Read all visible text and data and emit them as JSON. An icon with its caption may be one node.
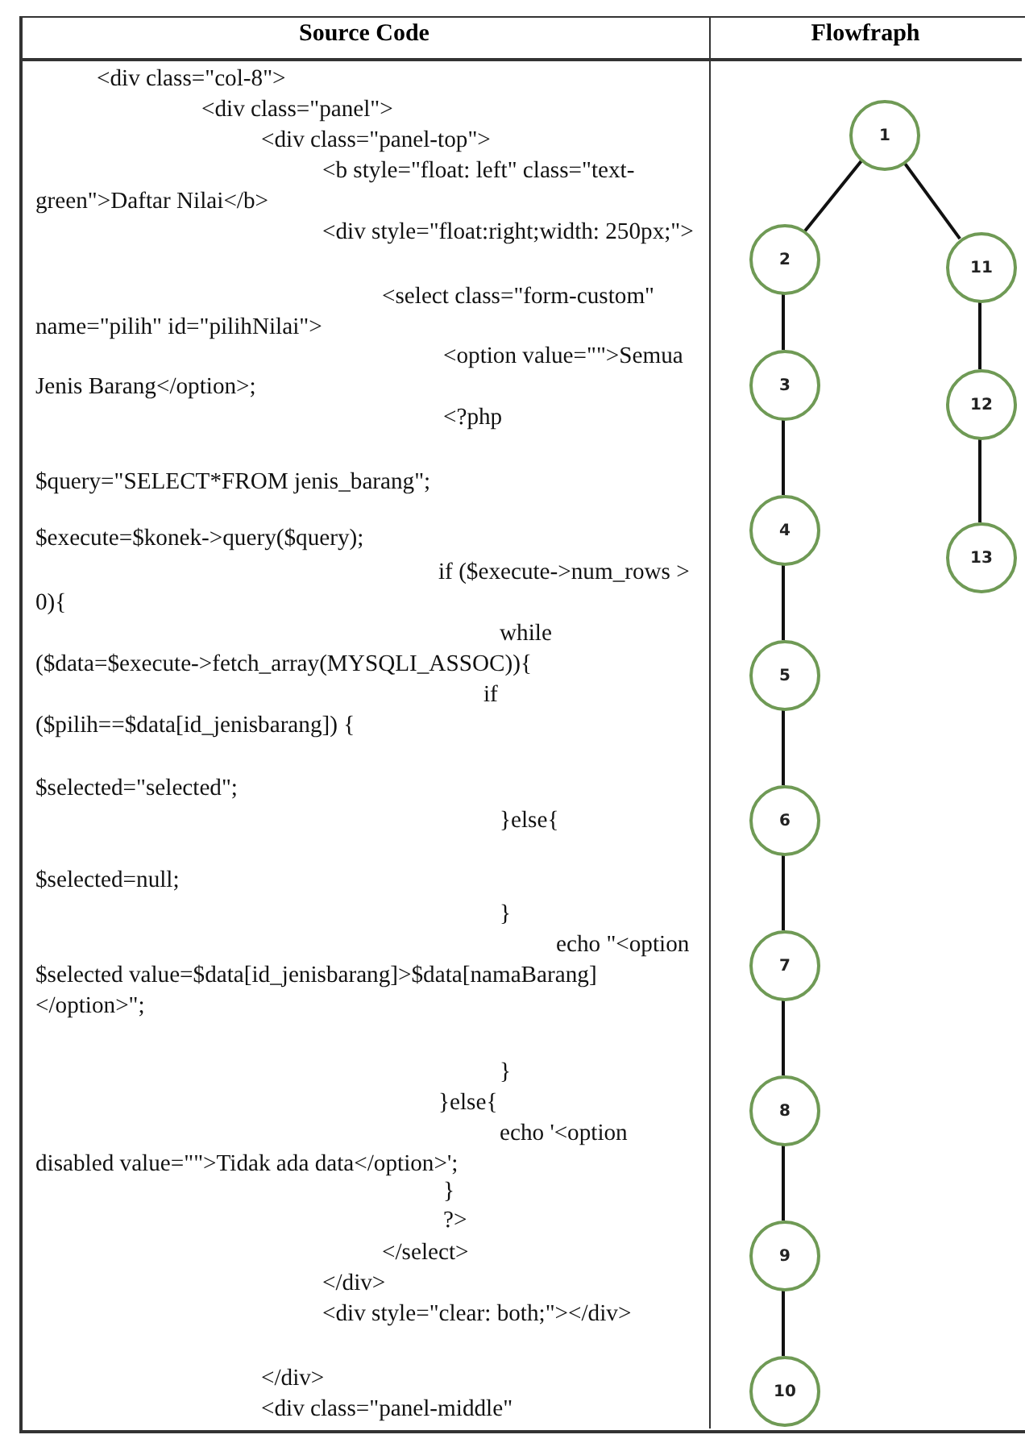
{
  "diagram": {
    "nodes": [
      {
        "text": [
          "1"
        ]
      },
      {
        "text": [
          "2"
        ]
      },
      {
        "text": [
          "3"
        ]
      },
      {
        "text": [
          "4"
        ]
      },
      {
        "text": [
          "5"
        ]
      },
      {
        "text": [
          "6"
        ]
      },
      {
        "text": [
          "7"
        ]
      },
      {
        "text": [
          "8"
        ]
      },
      {
        "text": [
          "9"
        ]
      },
      {
        "text": [
          "10"
        ]
      },
      {
        "text": [
          "11"
        ]
      },
      {
        "text": [
          "12"
        ]
      },
      {
        "text": [
          "13"
        ]
      }
    ],
    "edges": [
      {
        "from": 0,
        "to": 1,
        "arrow": "none"
      },
      {
        "from": 1,
        "to": 2,
        "arrow": "none"
      },
      {
        "from": 2,
        "to": 3,
        "arrow": "none"
      },
      {
        "from": 3,
        "to": 4,
        "arrow": "none"
      },
      {
        "from": 4,
        "to": 5,
        "arrow": "none"
      },
      {
        "from": 5,
        "to": 6,
        "arrow": "none"
      },
      {
        "from": 6,
        "to": 7,
        "arrow": "none"
      },
      {
        "from": 7,
        "to": 8,
        "arrow": "none"
      },
      {
        "from": 8,
        "to": 9,
        "arrow": "none"
      },
      {
        "from": 0,
        "to": 10,
        "arrow": "none"
      },
      {
        "from": 10,
        "to": 11,
        "arrow": "none"
      },
      {
        "from": 11,
        "to": 12,
        "arrow": "none"
      }
    ],
    "labels": [
      "Source Code",
      "Flowfraph",
      "<div class=\"col-8\">",
      "<div class=\"panel\">",
      "<div class=\"panel-top\">",
      "<b style=\"float: left\" class=\"text-green\">Daftar Nilai</b>",
      "<div style=\"float:right;width: 250px;\">",
      "<select class=\"form-custom\" name=\"pilih\" id=\"pilihNilai\">",
      "<option value=\"\">Semua Jenis Barang</option>;",
      "<?php",
      "$query=\"SELECT*FROM jenis_barang\";",
      "$execute=$konek->query($query);",
      "if ($execute->num_rows > 0){",
      "while ($data=$execute->fetch_array(MYSQLI_ASSOC)){",
      "if ($pilih==$data[id_jenisbarang]) {",
      "$selected=\"selected\";",
      "}else{",
      "$selected=null;",
      "}",
      "echo \"<option $selected value=$data[id_jenisbarang]>$data[namaBarang]</option>\";",
      "}",
      "}else{",
      "echo '<option disabled value=\"\">Tidak ada data</option>';",
      "}",
      "?>",
      "</select>",
      "</div>",
      "<div style=\"clear: both;\"></div>",
      "</div>",
      "<div class=\"panel-middle\""
    ]
  }
}
